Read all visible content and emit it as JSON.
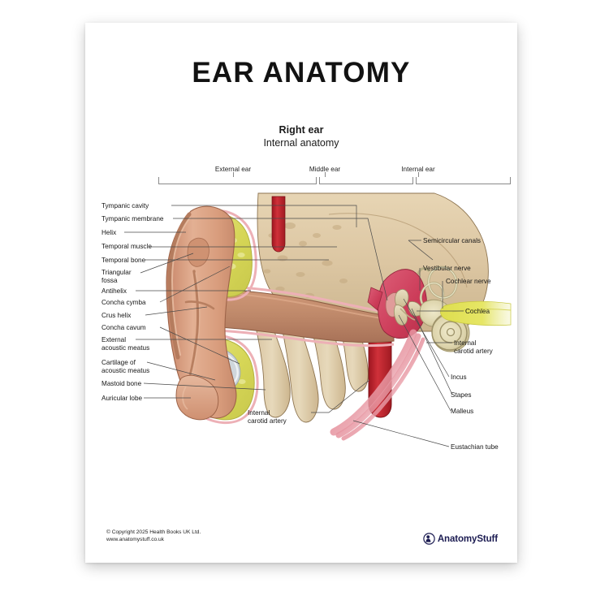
{
  "poster": {
    "title": "EAR ANATOMY",
    "subtitle_main": "Right ear",
    "subtitle_sub": "Internal anatomy",
    "background_color": "#ffffff"
  },
  "regions": [
    {
      "label": "External ear"
    },
    {
      "label": "Middle ear"
    },
    {
      "label": "Internal ear"
    }
  ],
  "labels_left": [
    {
      "text": "Tympanic cavity"
    },
    {
      "text": "Tympanic membrane"
    },
    {
      "text": "Helix"
    },
    {
      "text": "Temporal muscle"
    },
    {
      "text": "Temporal bone"
    },
    {
      "text": "Triangular\nfossa"
    },
    {
      "text": "Antihelix"
    },
    {
      "text": "Concha cymba"
    },
    {
      "text": "Crus helix"
    },
    {
      "text": "Concha cavum"
    },
    {
      "text": "External\nacoustic meatus"
    },
    {
      "text": "Cartilage of\nacoustic meatus"
    },
    {
      "text": "Mastoid bone"
    },
    {
      "text": "Auricular lobe"
    }
  ],
  "labels_right": [
    {
      "text": "Semicircular canals"
    },
    {
      "text": "Vestibular nerve"
    },
    {
      "text": "Cochlear nerve"
    },
    {
      "text": "Cochlea"
    },
    {
      "text": "Internal\ncarotid artery"
    },
    {
      "text": "Incus"
    },
    {
      "text": "Stapes"
    },
    {
      "text": "Malleus"
    },
    {
      "text": "Eustachian tube"
    }
  ],
  "labels_bottom": [
    {
      "text": "Internal\ncarotid artery"
    }
  ],
  "footer": {
    "copyright_line1": "© Copyright 2025 Health Books UK Ltd.",
    "copyright_line2": "www.anatomystuff.co.uk",
    "logo_text": "AnatomyStuff",
    "logo_color": "#1c1c52"
  },
  "illustration": {
    "title": "Cutaway cross-section of the right ear",
    "colors": {
      "pinna_skin": "#d99a7a",
      "pinna_skin_light": "#e7b79a",
      "cartilage": "#d9d95c",
      "cartilage_light": "#e6e680",
      "perichondrium": "#edb8b8",
      "temporal_bone": "#dcc6a2",
      "bone_pale": "#e8dcc0",
      "canal_flesh": "#c98f73",
      "tympanic_cavity": "#d4506a",
      "ossicle": "#ddd3ae",
      "nerve_yellow": "#e3e356",
      "artery_red": "#c6222b",
      "eustachian_pink": "#e48b95",
      "outline": "#5a4434"
    }
  }
}
